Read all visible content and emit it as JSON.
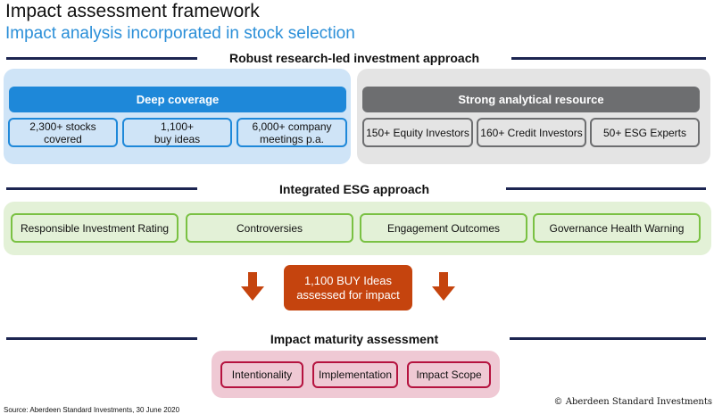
{
  "header": {
    "title": "Impact assessment framework",
    "subtitle": "Impact analysis incorporated in stock selection"
  },
  "sections": {
    "research": {
      "heading": "Robust research-led investment approach",
      "deep_coverage": {
        "label": "Deep coverage",
        "items": [
          {
            "line1": "2,300+ stocks",
            "line2": "covered"
          },
          {
            "line1": "1,100+",
            "line2": "buy ideas"
          },
          {
            "line1": "6,000+ company",
            "line2": "meetings p.a."
          }
        ]
      },
      "analytical_resource": {
        "label": "Strong analytical resource",
        "items": [
          "150+ Equity Investors",
          "160+ Credit Investors",
          "50+ ESG Experts"
        ]
      }
    },
    "esg": {
      "heading": "Integrated ESG approach",
      "items": [
        "Responsible Investment Rating",
        "Controversies",
        "Engagement Outcomes",
        "Governance Health Warning"
      ]
    },
    "buy_ideas": {
      "line1": "1,100 BUY Ideas",
      "line2": "assessed for impact"
    },
    "impact": {
      "heading": "Impact maturity assessment",
      "items": [
        "Intentionality",
        "Implementation",
        "Impact Scope"
      ]
    }
  },
  "footer": {
    "source": "Source: Aberdeen Standard Investments, 30 June 2020",
    "copyright": "© Aberdeen Standard Investments"
  },
  "colors": {
    "blue": "#1e88d9",
    "grey": "#6d6e70",
    "green": "#7ac143",
    "orange": "#c5440e",
    "pink_border": "#b5133f",
    "navy_rule": "#1c2551"
  }
}
